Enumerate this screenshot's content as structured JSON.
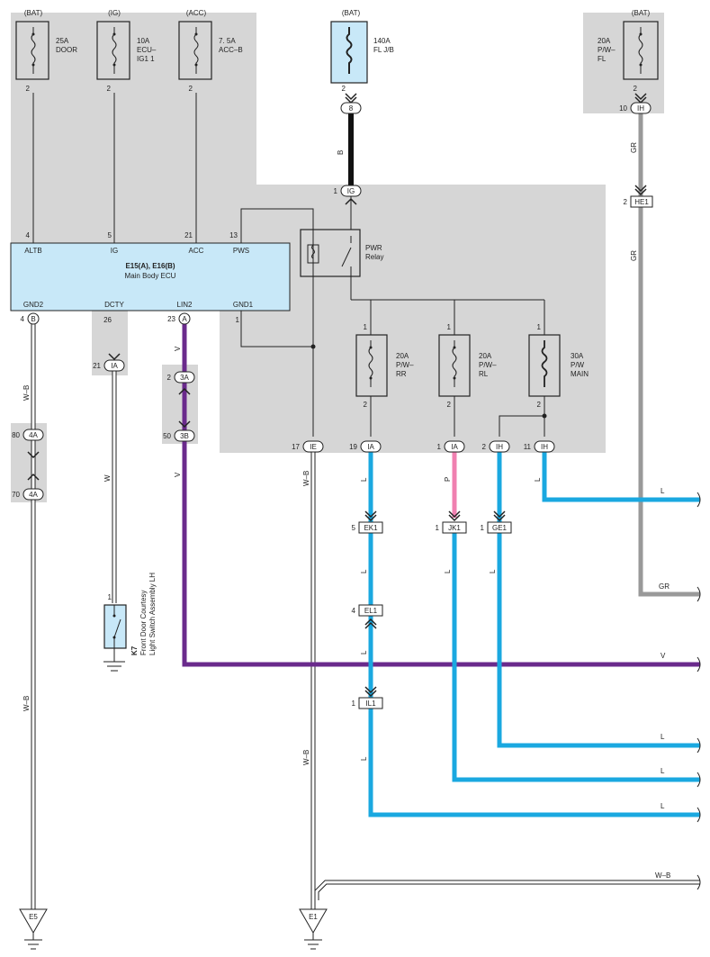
{
  "supplies": {
    "bat1": "(BAT)",
    "ig": "(IG)",
    "acc": "(ACC)",
    "bat2": "(BAT)",
    "bat3": "(BAT)"
  },
  "fuses": {
    "door": {
      "amp": "25A",
      "name": "DOOR",
      "pin": "2"
    },
    "ecu_ig": {
      "amp": "10A",
      "name1": "ECU–",
      "name2": "IG1 1",
      "pin": "2"
    },
    "acc": {
      "amp": "7. 5A",
      "name": "ACC–B",
      "pin": "2"
    },
    "fl_jb": {
      "amp": "140A",
      "name": "FL J/B",
      "pin": "2"
    },
    "pw_fl": {
      "amp": "20A",
      "name1": "P/W–",
      "name2": "FL",
      "pin": "2"
    },
    "pw_rr": {
      "amp": "20A",
      "name1": "P/W–",
      "name2": "RR",
      "pin_top": "1",
      "pin_bot": "2"
    },
    "pw_rl": {
      "amp": "20A",
      "name1": "P/W–",
      "name2": "RL",
      "pin_top": "1",
      "pin_bot": "2"
    },
    "pw_main": {
      "amp": "30A",
      "name1": "P/W",
      "name2": "MAIN",
      "pin_top": "1",
      "pin_bot": "2"
    }
  },
  "relay": {
    "name1": "PWR",
    "name2": "Relay"
  },
  "ecu": {
    "title": "E15(A), E16(B)",
    "name": "Main Body ECU",
    "terms": {
      "altb": "ALTB",
      "ig": "IG",
      "acc": "ACC",
      "pws": "PWS",
      "gnd2": "GND2",
      "dcty": "DCTY",
      "lin2": "LIN2",
      "gnd1": "GND1"
    },
    "pins": {
      "altb": "4",
      "ig": "5",
      "acc": "21",
      "pws": "13",
      "dcty": "26",
      "gnd1": "1"
    }
  },
  "connectors": {
    "c8": {
      "pin": "8",
      "name": "8"
    },
    "ig1": {
      "pin": "1",
      "name": "IG"
    },
    "ih10": {
      "pin": "10",
      "name": "IH"
    },
    "he1": {
      "pin": "2",
      "name": "HE1"
    },
    "b4": {
      "pin": "4",
      "name": "B"
    },
    "a23": {
      "pin": "23",
      "name": "A"
    },
    "ia21": {
      "pin": "21",
      "name": "IA"
    },
    "c3a": {
      "pin": "2",
      "name": "3A"
    },
    "c3b": {
      "pin": "50",
      "name": "3B"
    },
    "c4a_top": {
      "pin": "80",
      "name": "4A"
    },
    "c4a_bot": {
      "pin": "70",
      "name": "4A"
    },
    "ie17": {
      "pin": "17",
      "name": "IE"
    },
    "ia19": {
      "pin": "19",
      "name": "IA"
    },
    "ia1": {
      "pin": "1",
      "name": "IA"
    },
    "ih2": {
      "pin": "2",
      "name": "IH"
    },
    "ih11": {
      "pin": "11",
      "name": "IH"
    },
    "ek1": {
      "pin": "5",
      "name": "EK1"
    },
    "jk1": {
      "pin": "1",
      "name": "JK1"
    },
    "ge1": {
      "pin": "1",
      "name": "GE1"
    },
    "el1": {
      "pin": "4",
      "name": "EL1"
    },
    "il1": {
      "pin": "1",
      "name": "IL1"
    }
  },
  "wires": {
    "b": "B",
    "gr1": "GR",
    "gr2": "GR",
    "gr3": "GR",
    "wb1": "W–B",
    "wb2": "W–B",
    "wb3": "W–B",
    "wb4": "W–B",
    "w": "W",
    "v1": "V",
    "v2": "V",
    "v3": "V",
    "l_ia19": "L",
    "l_ek1": "L",
    "l_el1": "L",
    "l_il1": "L",
    "p": "P",
    "l_jk1": "L",
    "l_ge1": "L",
    "l_ih11": "L",
    "l_out1": "L",
    "l_out2": "L",
    "l_out3": "L",
    "l_out4": "L"
  },
  "switch": {
    "code": "K7",
    "name1": "Front Door Courtesy",
    "name2": "Light Switch Assembly LH",
    "pin": "1"
  },
  "grounds": {
    "e5": "E5",
    "e1": "E1"
  },
  "colors": {
    "light_blue": "#1aa8e0",
    "violet": "#6a2a8c",
    "pink": "#f080b0",
    "gray": "#999999",
    "panel": "#d6d6d6",
    "ecu_fill": "#c8e8f8"
  }
}
